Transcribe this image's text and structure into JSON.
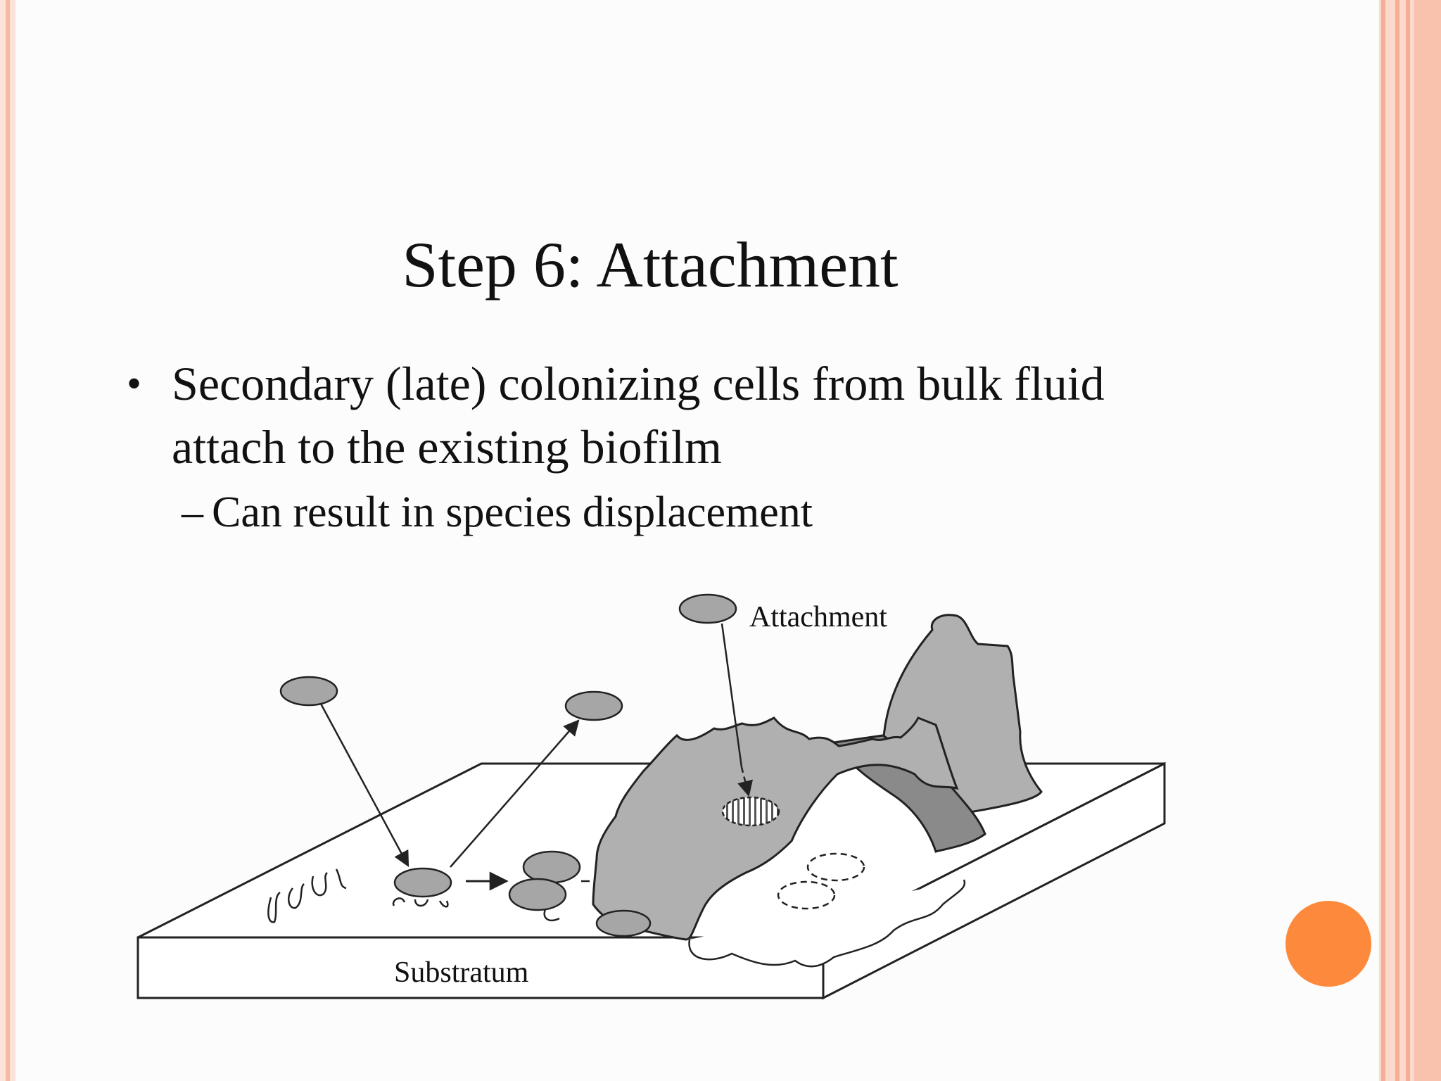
{
  "slide": {
    "title": "Step 6:  Attachment",
    "bullet": "Secondary (late) colonizing cells from bulk fluid attach to the existing biofilm",
    "sub_bullet": "Can result in species displacement"
  },
  "diagram": {
    "attachment_label": "Attachment",
    "substratum_label": "Substratum"
  },
  "colors": {
    "border_stripe": "#f7b9a3",
    "accent_circle": "#fd8a3c",
    "biofilm_fill": "#b0b0b0",
    "biofilm_dark": "#8a8a8a",
    "cell_fill": "#a6a6a6"
  }
}
